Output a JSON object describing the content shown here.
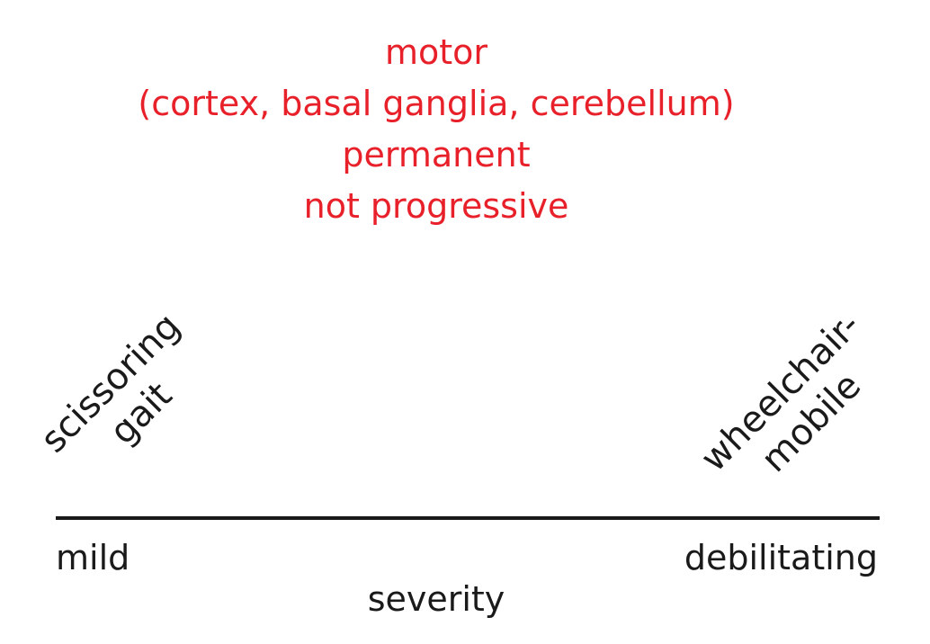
{
  "header": {
    "lines": [
      "motor",
      "(cortex, basal ganglia, cerebellum)",
      "permanent",
      "not progressive"
    ],
    "color": "#e8202a"
  },
  "spectrum": {
    "left_example": [
      "scissoring",
      "gait"
    ],
    "right_example": [
      "wheelchair-",
      "mobile"
    ],
    "left_end": "mild",
    "right_end": "debilitating",
    "axis_title": "severity"
  }
}
